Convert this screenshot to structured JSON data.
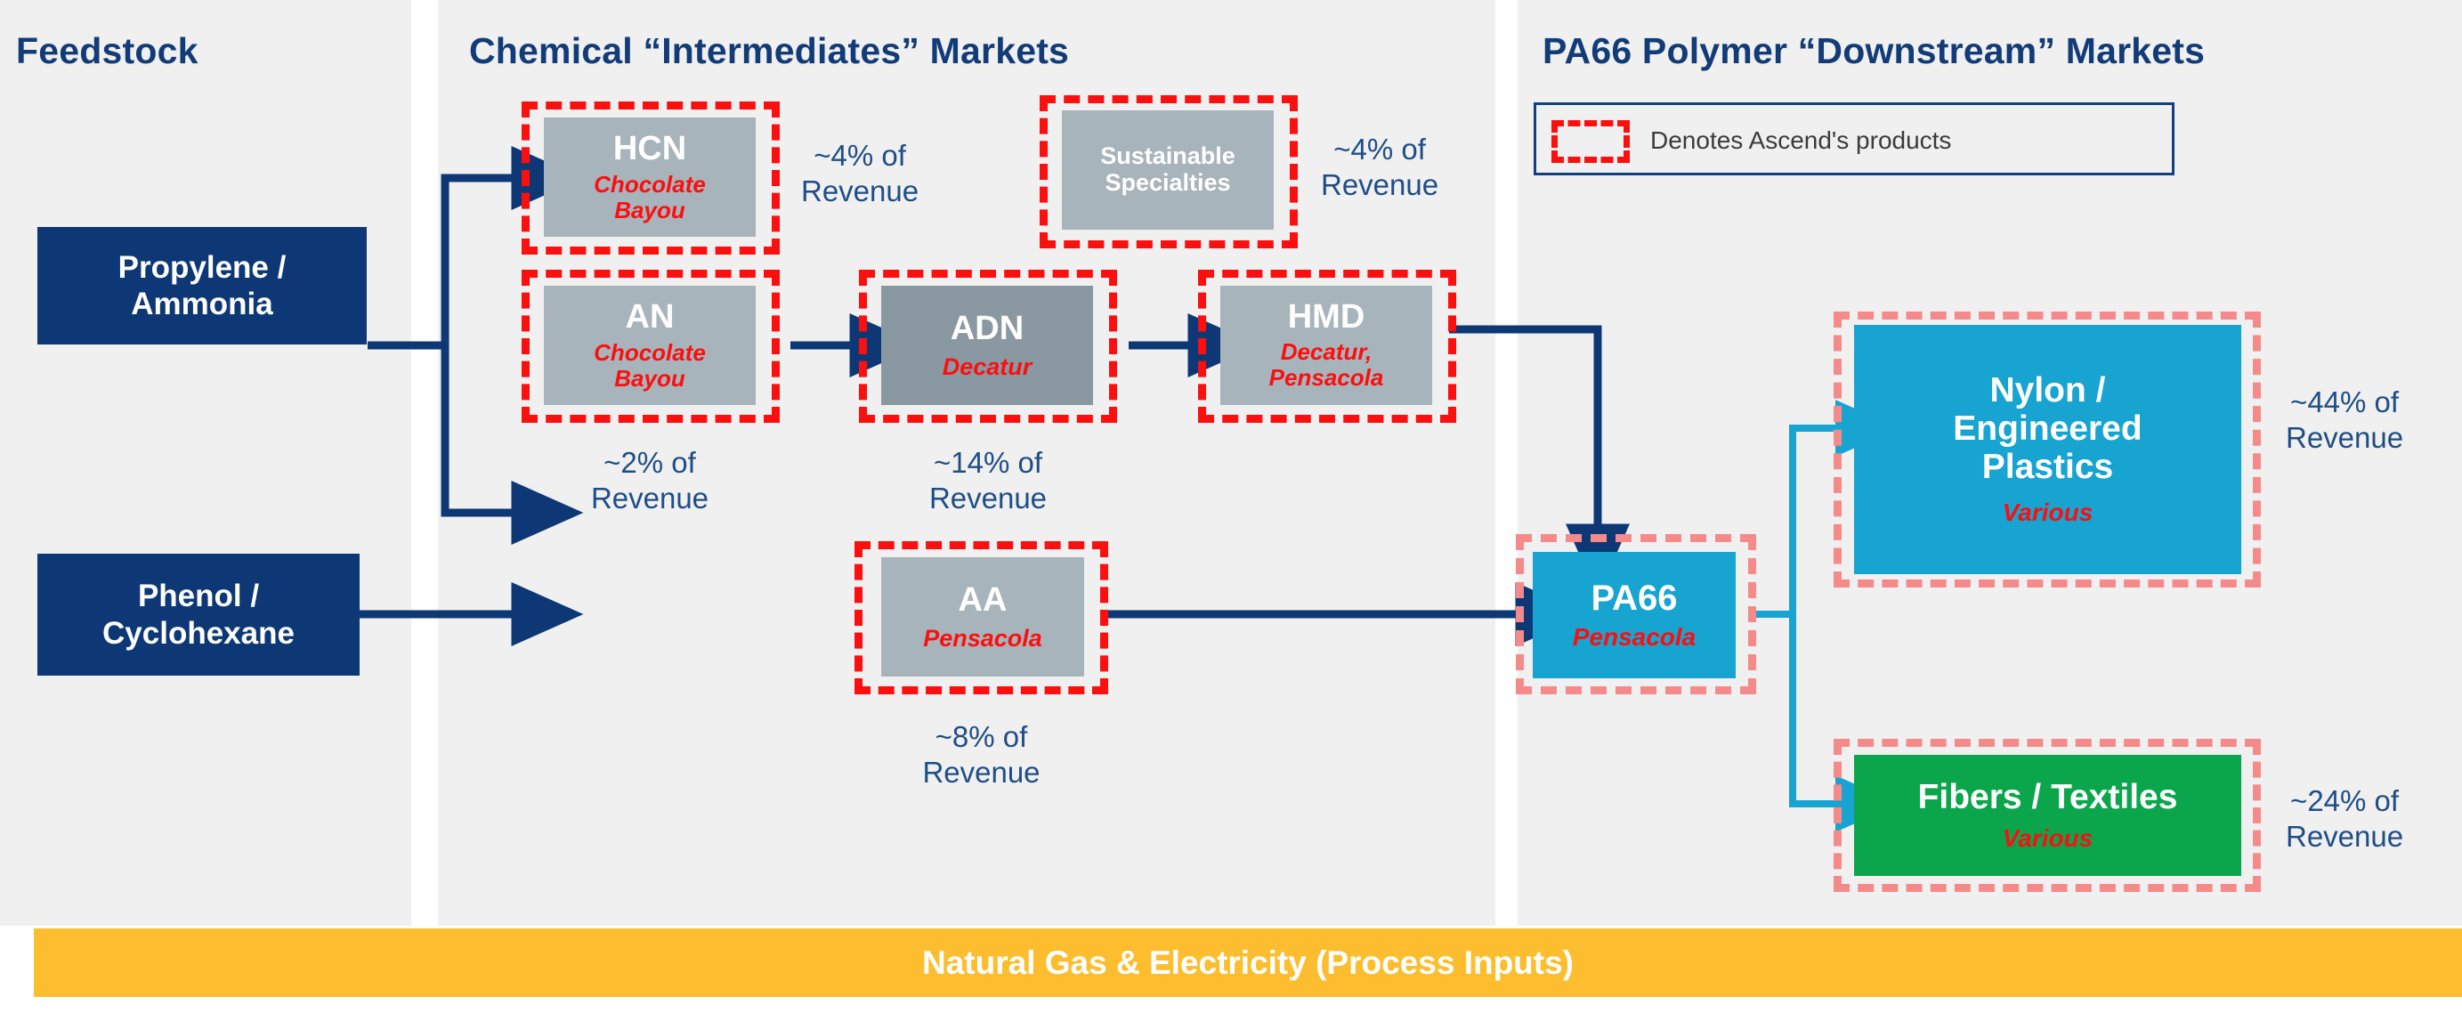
{
  "columns": {
    "feedstock_title": "Feedstock",
    "intermediates_title": "Chemical “Intermediates” Markets",
    "downstream_title": "PA66 Polymer “Downstream” Markets"
  },
  "legend": {
    "text": "Denotes Ascend's products",
    "swatch_icon": "dashed-red-rectangle-icon",
    "swatch_color": "#fb0f0f",
    "border_color": "#10417e"
  },
  "feedstock": [
    {
      "label": "Propylene /\nAmmonia",
      "line1": "Propylene /",
      "line2": "Ammonia"
    },
    {
      "label": "Phenol /\nCyclohexane",
      "line1": "Phenol /",
      "line2": "Cyclohexane"
    }
  ],
  "intermediates": [
    {
      "name": "HCN",
      "location": "Chocolate\nBayou",
      "loc1": "Chocolate",
      "loc2": "Bayou",
      "revenue": "~4% of\nRevenue",
      "rev1": "~4% of",
      "rev2": "Revenue",
      "fill": "#a8b4bb",
      "ascend": true
    },
    {
      "name": "Sustainable\nSpecialties",
      "n1": "Sustainable",
      "n2": "Specialties",
      "location": "",
      "revenue": "~4% of\nRevenue",
      "rev1": "~4% of",
      "rev2": "Revenue",
      "fill": "#a8b4bb",
      "ascend": true
    },
    {
      "name": "AN",
      "location": "Chocolate\nBayou",
      "loc1": "Chocolate",
      "loc2": "Bayou",
      "revenue": "~2% of\nRevenue",
      "rev1": "~2% of",
      "rev2": "Revenue",
      "fill": "#a8b4bb",
      "ascend": true
    },
    {
      "name": "ADN",
      "location": "Decatur",
      "loc1": "Decatur",
      "loc2": "",
      "revenue": "~14% of\nRevenue",
      "rev1": "~14% of",
      "rev2": "Revenue",
      "fill": "#8a98a2",
      "ascend": true
    },
    {
      "name": "HMD",
      "location": "Decatur,\nPensacola",
      "loc1": "Decatur,",
      "loc2": "Pensacola",
      "revenue": "",
      "fill": "#a8b4bb",
      "ascend": true
    },
    {
      "name": "AA",
      "location": "Pensacola",
      "loc1": "Pensacola",
      "loc2": "",
      "revenue": "~8% of\nRevenue",
      "rev1": "~8% of",
      "rev2": "Revenue",
      "fill": "#a8b4bb",
      "ascend": true
    }
  ],
  "downstream": [
    {
      "name": "PA66",
      "location": "Pensacola",
      "loc1": "Pensacola",
      "fill": "#17a4d1",
      "revenue": ""
    },
    {
      "name": "Nylon /\nEngineered\nPlastics",
      "n1": "Nylon /",
      "n2": "Engineered",
      "n3": "Plastics",
      "location": "Various",
      "loc1": "Various",
      "fill": "#17a4d1",
      "revenue": "~44% of\nRevenue",
      "rev1": "~44% of",
      "rev2": "Revenue"
    },
    {
      "name": "Fibers / Textiles",
      "n1": "Fibers / Textiles",
      "location": "Various",
      "loc1": "Various",
      "fill": "#0ba64c",
      "revenue": "~24% of\nRevenue",
      "rev1": "~24% of",
      "rev2": "Revenue"
    }
  ],
  "banner": {
    "text": "Natural Gas & Electricity (Process Inputs)",
    "fill": "#fcbe2e"
  },
  "palette": {
    "navy": "#0d3875",
    "navy_text": "#123c78",
    "red": "#fb0f0f",
    "salmon": "#f58a8a",
    "cyan": "#17a4d1",
    "green": "#0ba64c",
    "gray_light": "#a8b4bb",
    "gray_dark": "#8a98a2",
    "column_bg": "#f0f0f0",
    "amber": "#fcbe2e"
  }
}
